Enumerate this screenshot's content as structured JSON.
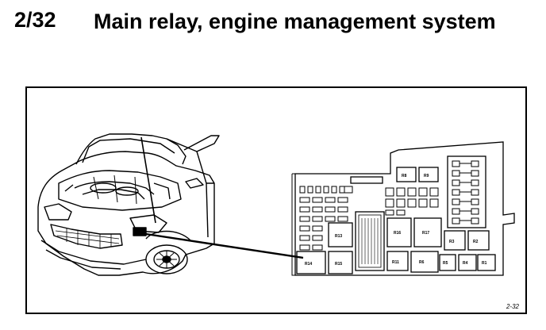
{
  "heading": {
    "number": "2/32",
    "title": "Main relay, engine management system"
  },
  "figure": {
    "reference": "2-32",
    "relay_labels": {
      "r1": "R8",
      "r2": "R9",
      "r3": "R13",
      "r4": "R16",
      "r5": "R17",
      "r6": "R3",
      "r7": "R2",
      "r8": "R14",
      "r9": "R15",
      "r10": "R11",
      "r11": "R6",
      "r12": "R5",
      "r13": "R4",
      "r14": "R1"
    }
  }
}
